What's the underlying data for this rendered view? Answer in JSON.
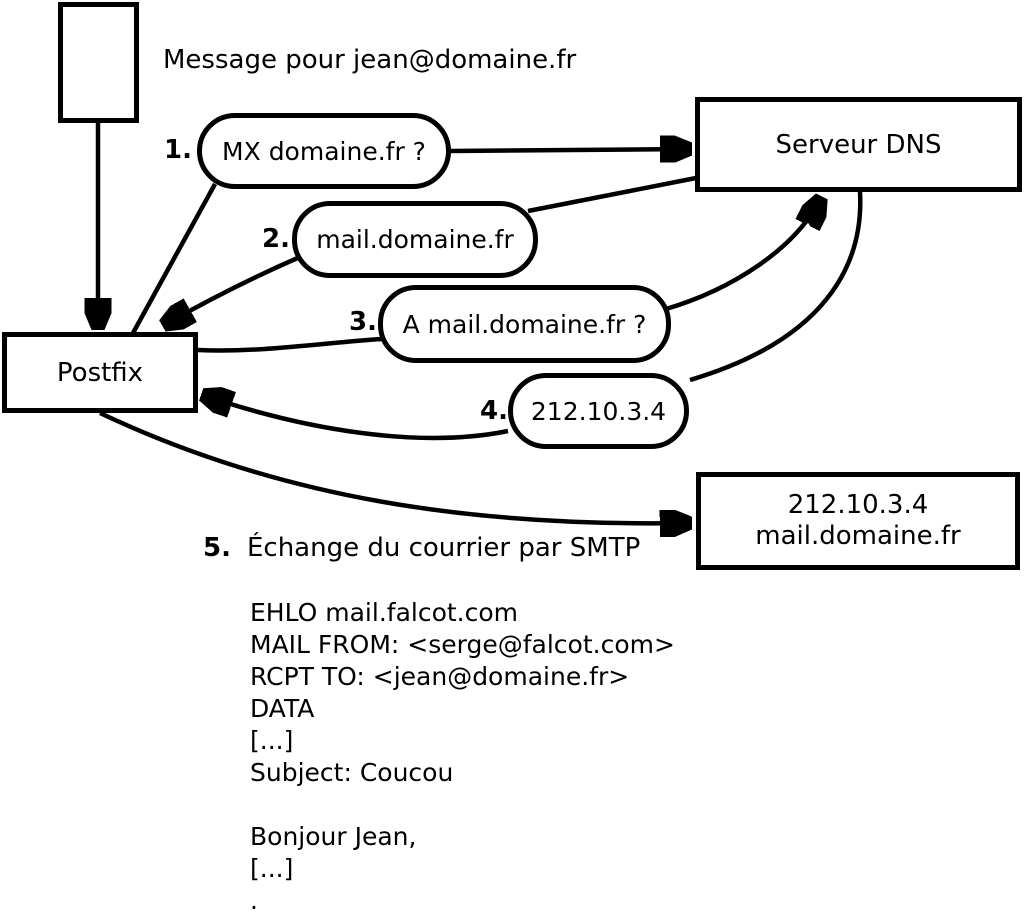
{
  "diagram": {
    "message_label": "Message pour jean@domaine.fr",
    "nodes": {
      "postfix": {
        "label": "Postfix"
      },
      "dns_server": {
        "label": "Serveur DNS"
      },
      "destination": {
        "line1": "212.10.3.4",
        "line2": "mail.domaine.fr"
      }
    },
    "steps": [
      {
        "num": "1.",
        "label": "MX domaine.fr ?"
      },
      {
        "num": "2.",
        "label": "mail.domaine.fr"
      },
      {
        "num": "3.",
        "label": "A mail.domaine.fr ?"
      },
      {
        "num": "4.",
        "label": "212.10.3.4"
      },
      {
        "num": "5.",
        "label": "Échange du courrier par SMTP"
      }
    ],
    "smtp_session": [
      "EHLO mail.falcot.com",
      "MAIL FROM: <serge@falcot.com>",
      "RCPT TO: <jean@domaine.fr>",
      "DATA",
      "[...]",
      "Subject: Coucou",
      "",
      "Bonjour Jean,",
      "[...]",
      "."
    ],
    "colors": {
      "line": "#000000",
      "background": "#ffffff"
    }
  }
}
